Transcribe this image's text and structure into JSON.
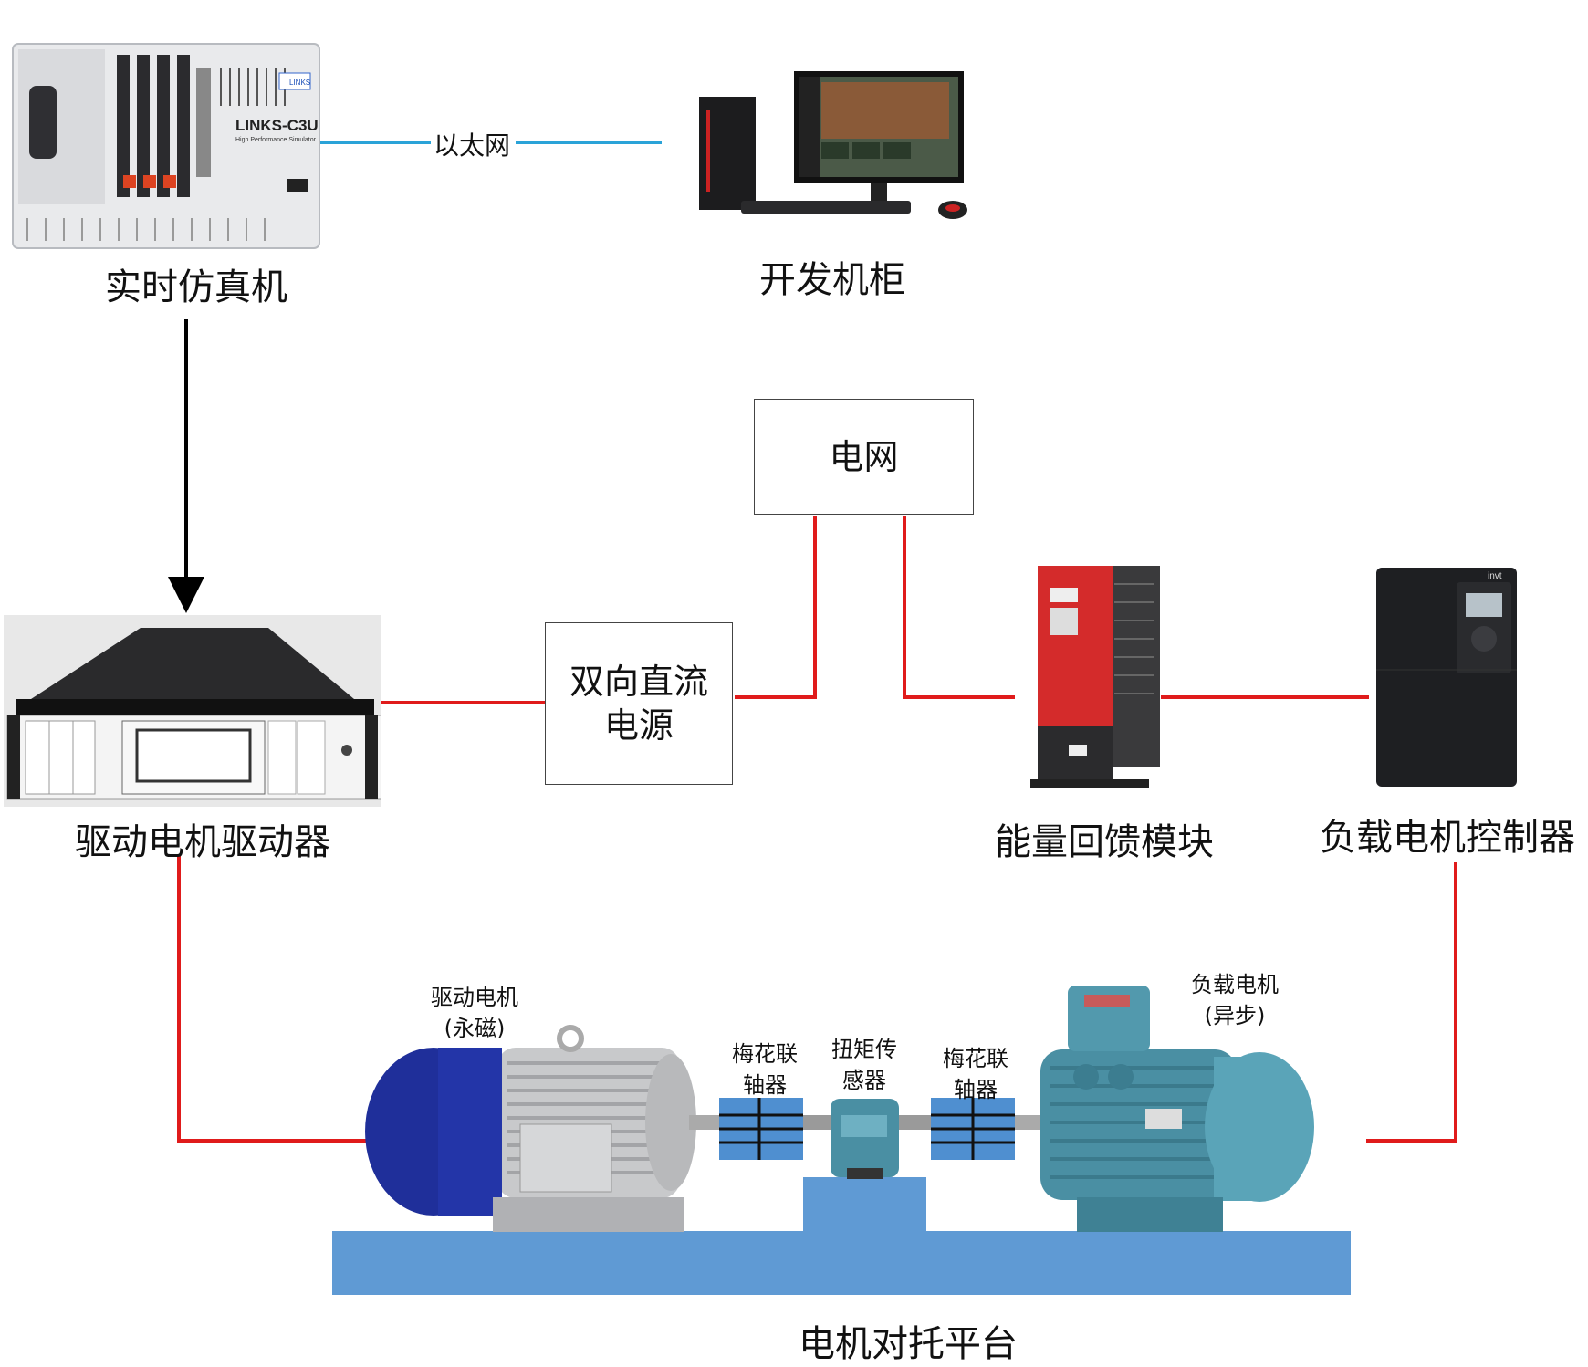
{
  "labels": {
    "simulator": "实时仿真机",
    "dev_cabinet": "开发机柜",
    "ethernet": "以太网",
    "grid": "电网",
    "dc_power_line1": "双向直流",
    "dc_power_line2": "电源",
    "drive_controller": "驱动电机驱动器",
    "energy_feedback": "能量回馈模块",
    "load_controller": "负载电机控制器",
    "drive_motor_line1": "驱动电机",
    "drive_motor_line2": "(永磁)",
    "load_motor_line1": "负载电机",
    "load_motor_line2": "(异步)",
    "coupling_left_line1": "梅花联",
    "coupling_left_line2": "轴器",
    "torque_sensor_line1": "扭矩传",
    "torque_sensor_line2": "感器",
    "coupling_right_line1": "梅花联",
    "coupling_right_line2": "轴器",
    "platform": "电机对托平台"
  },
  "device_text": {
    "simulator_brand": "LINKS-C3U",
    "simulator_sub": "High Performance Simulator",
    "simulator_logo": "LINKS",
    "inverter_brand": "invt"
  },
  "colors": {
    "power_line": "#e01b1b",
    "ethernet_line": "#2aa3d8",
    "platform_blue": "#5f9ad4",
    "coupling_blue": "#4f8fd0",
    "drive_motor_blue": "#1f2f9a",
    "load_motor_teal": "#4a8fa3"
  }
}
